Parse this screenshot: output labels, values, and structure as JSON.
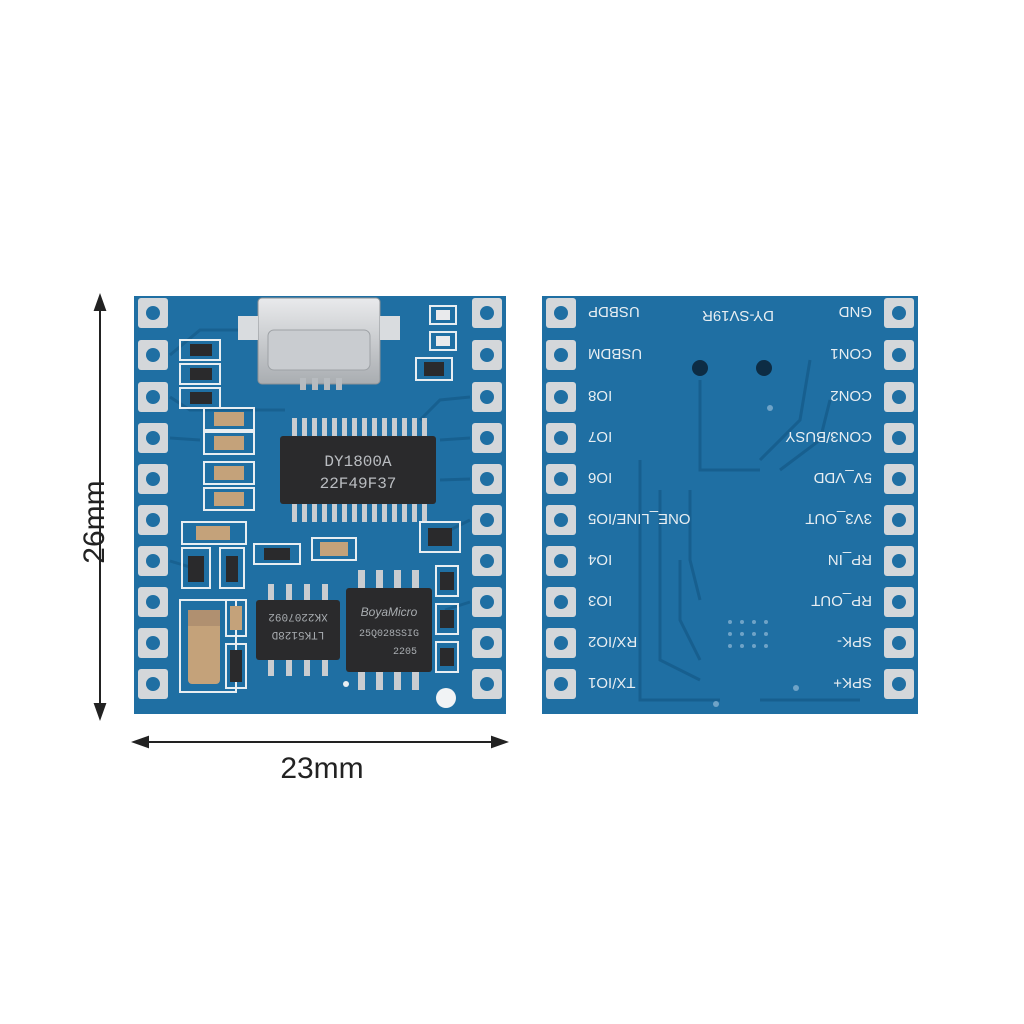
{
  "dimensions": {
    "height_label": "26mm",
    "width_label": "23mm"
  },
  "front_board": {
    "ic_main_line1": "DY1800A",
    "ic_main_line2": "22F49F37",
    "ic_amp_line1": "XK2207092",
    "ic_amp_line2": "LTK5128D",
    "flash_line1": "BoyaMicro",
    "flash_line2": "25Q028SSIG",
    "flash_line3": "2205"
  },
  "back_board": {
    "model": "DY-SV19R",
    "left_pins": [
      "USBDP",
      "USBDM",
      "IO8",
      "IO7",
      "IO6",
      "ONE_LINE/IO5",
      "IO4",
      "IO3",
      "RX/IO2",
      "TX/IO1"
    ],
    "right_pins": [
      "GND",
      "CON1",
      "CON2",
      "CON3/BUSY",
      "5V_VDD",
      "3V3_OUT",
      "RP_IN",
      "RP_OUT",
      "SPK-",
      "SPK+"
    ]
  },
  "colors": {
    "pcb": "#1f6fa3",
    "pcb_dark": "#155a88",
    "silkscreen": "#e8eef2",
    "pad": "#cfd3d6",
    "chip": "#2a2a2c"
  }
}
